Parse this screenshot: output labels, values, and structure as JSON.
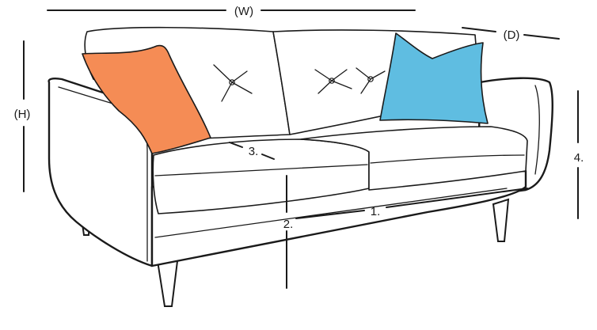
{
  "labels": {
    "width": "(W)",
    "height": "(H)",
    "depth": "(D)",
    "point1": "1.",
    "point2": "2.",
    "point3": "3.",
    "point4": "4."
  },
  "colors": {
    "orange_cushion": "#F58C55",
    "blue_cushion": "#5FBDE1",
    "outline": "#1a1a1a"
  }
}
